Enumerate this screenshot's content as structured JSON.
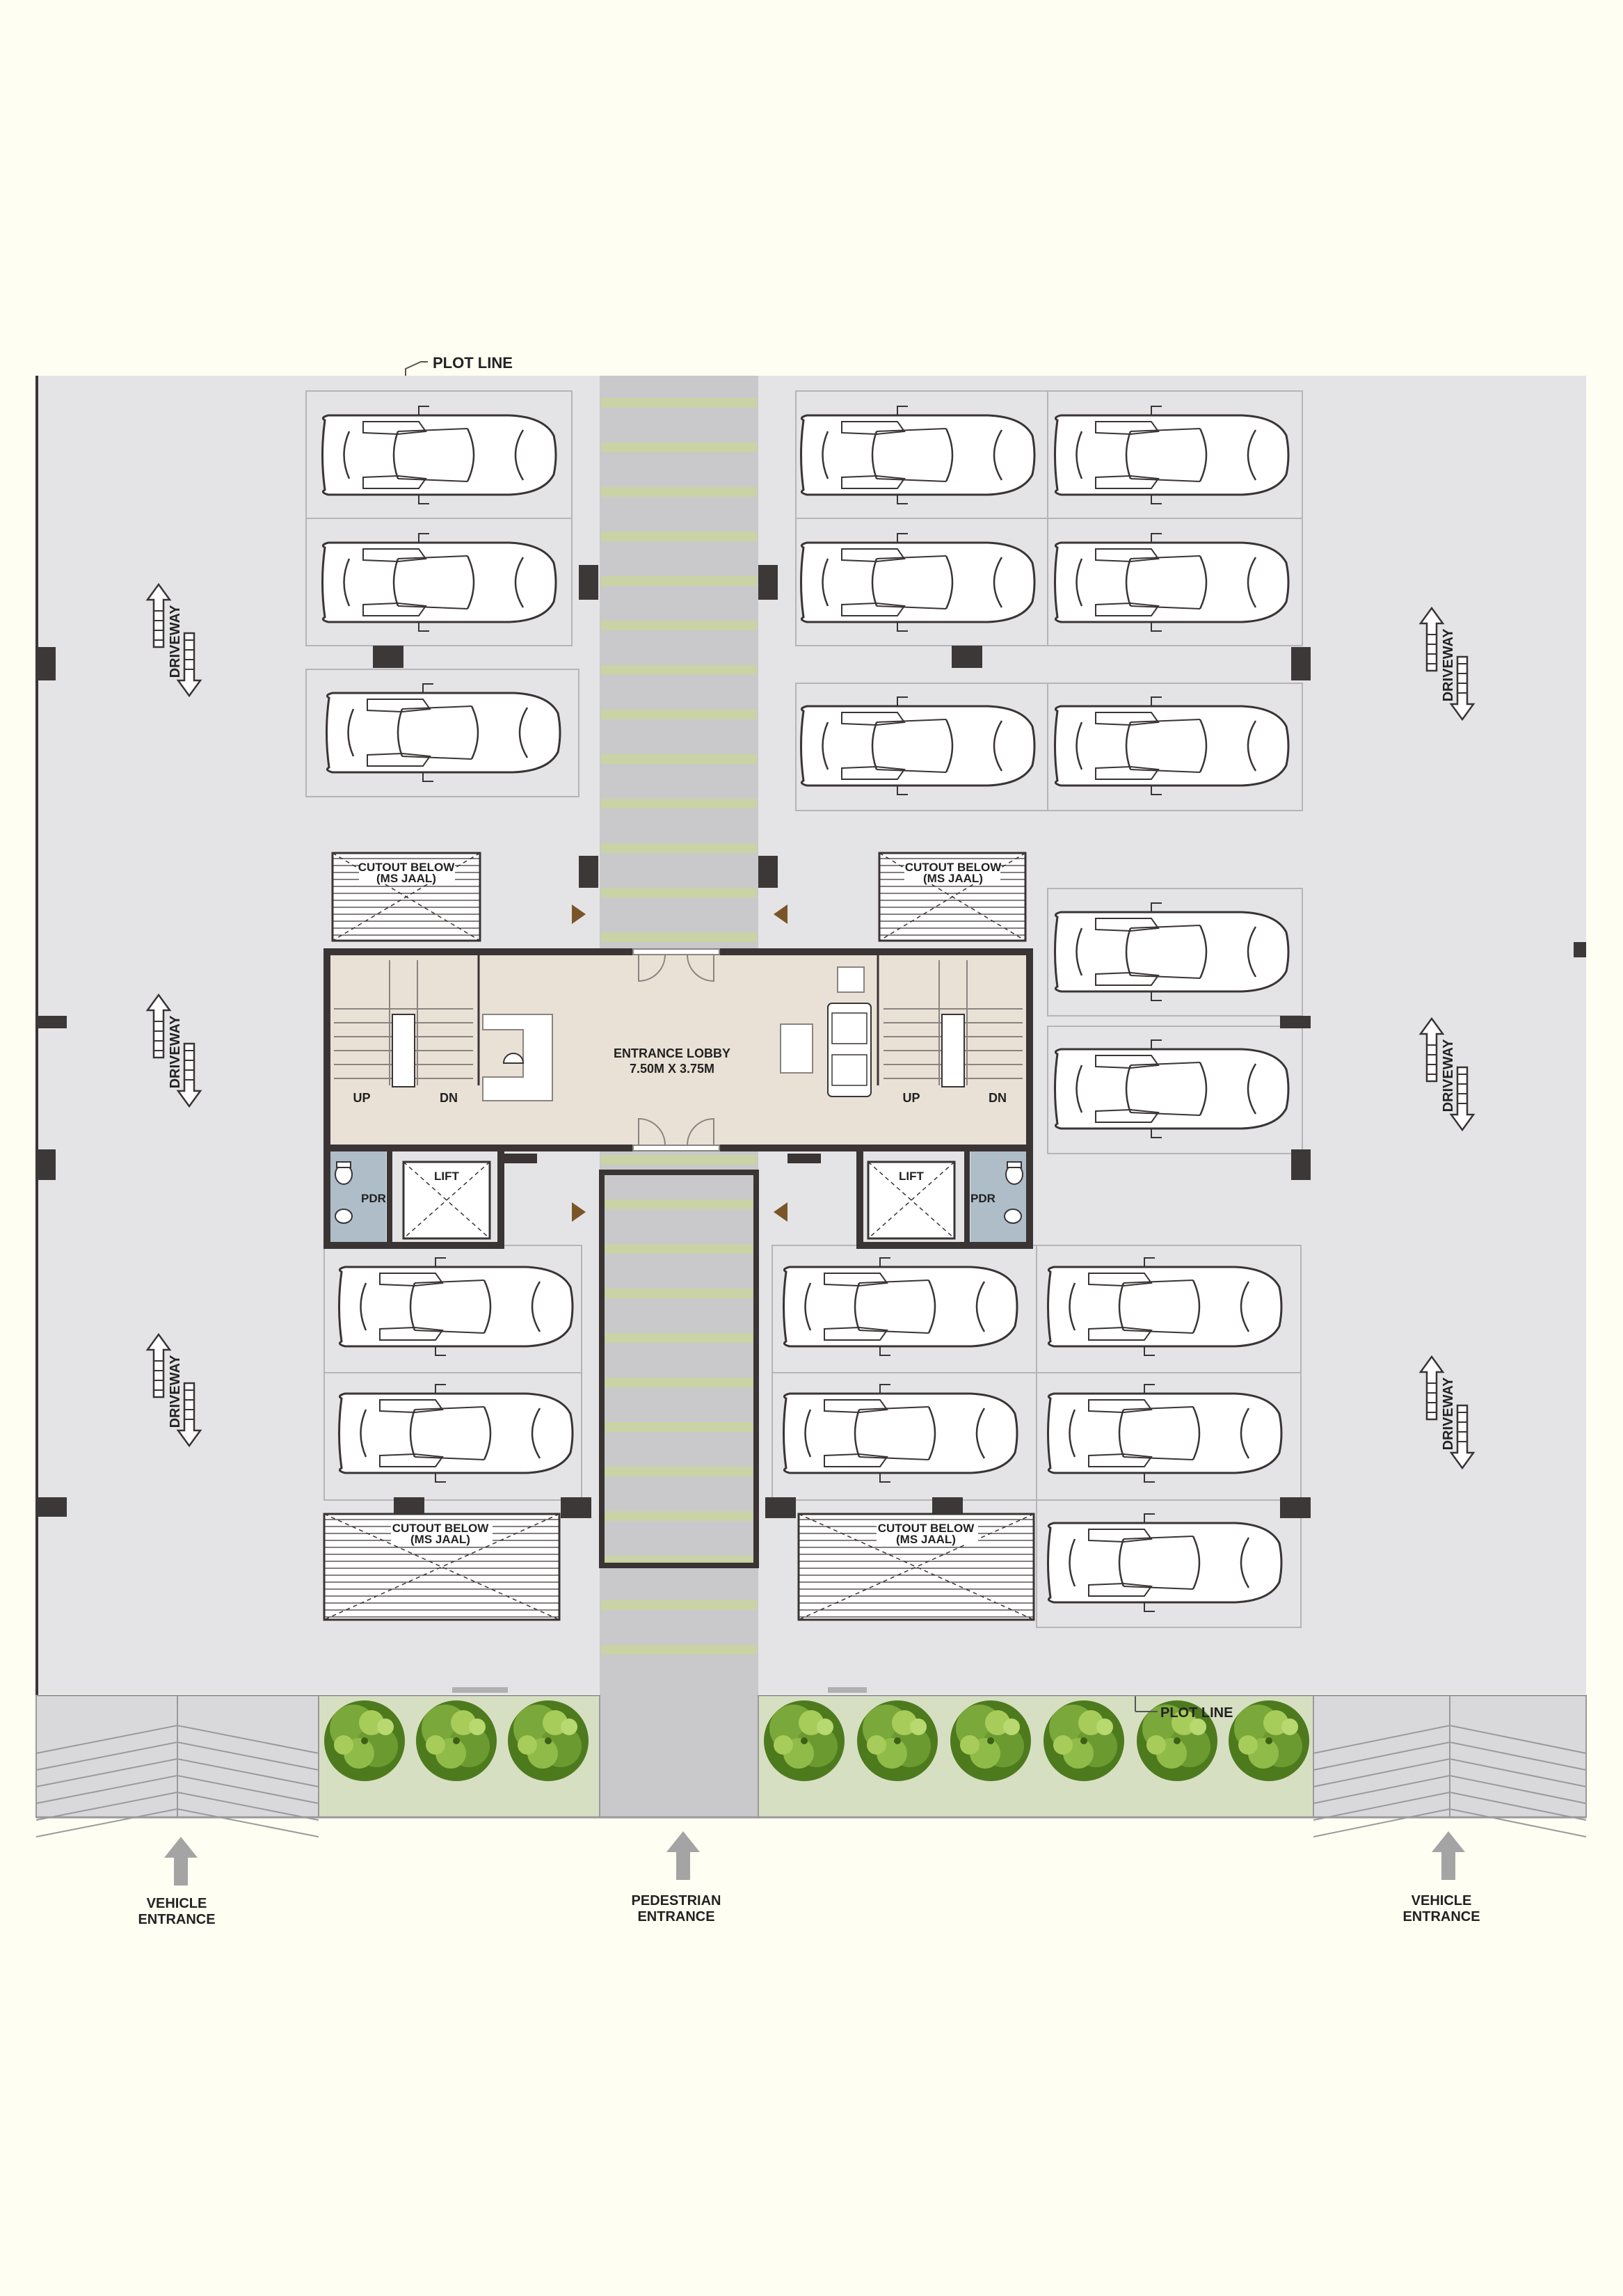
{
  "colors": {
    "page": "#fffef2",
    "ground": "#e4e4e6",
    "walkway": "#c9c9cb",
    "walkway_strip": "#c9d3a6",
    "lobby": "#e9e1d6",
    "wall": "#3a3434",
    "column": "#3d3838",
    "toilet": "#aebdc8",
    "hedge": "#d7dfc3",
    "tree_dark": "#4e7a1e",
    "tree_light": "#a8cc5a",
    "arrow_fill": "#a4a4a4",
    "marker": "#7a5528"
  },
  "labels": {
    "plot_line_top": "PLOT LINE",
    "plot_line_bottom": "PLOT LINE",
    "driveway": "DRIVEWAY",
    "cutout_line1": "CUTOUT BELOW",
    "cutout_line2": "(MS JAAL)",
    "lobby_title": "ENTRANCE LOBBY",
    "lobby_size": "7.50M X 3.75M",
    "stair_up": "UP",
    "stair_dn": "DN",
    "lift": "LIFT",
    "powder_room": "PDR"
  },
  "entrances": [
    {
      "line1": "VEHICLE",
      "line2": "ENTRANCE"
    },
    {
      "line1": "PEDESTRIAN",
      "line2": "ENTRANCE"
    },
    {
      "line1": "VEHICLE",
      "line2": "ENTRANCE"
    }
  ],
  "icons": {
    "car": "car-icon",
    "tree": "tree-icon",
    "driveway_arrows": "double-arrow-icon",
    "entrance_arrow": "arrow-up-icon"
  }
}
